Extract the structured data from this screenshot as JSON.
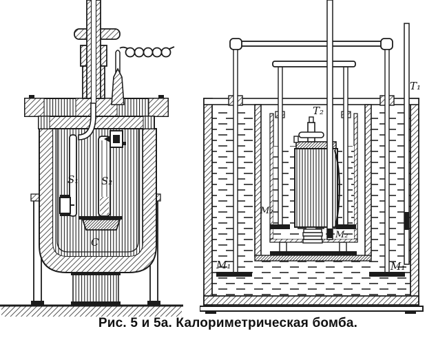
{
  "caption": "Рис. 5 и 5а. Калориметрическая бомба.",
  "colors": {
    "ink": "#1c1c1c",
    "paper": "#ffffff"
  },
  "left_figure": {
    "labels": {
      "s1": "S₁",
      "s2": "S₂",
      "c": "C"
    }
  },
  "right_figure": {
    "labels": {
      "t1": "T₁",
      "t2": "T₂",
      "m2_left": "M₂",
      "m2_right": "M₂",
      "m1_left": "M₁",
      "m1_right": "M₁"
    }
  }
}
